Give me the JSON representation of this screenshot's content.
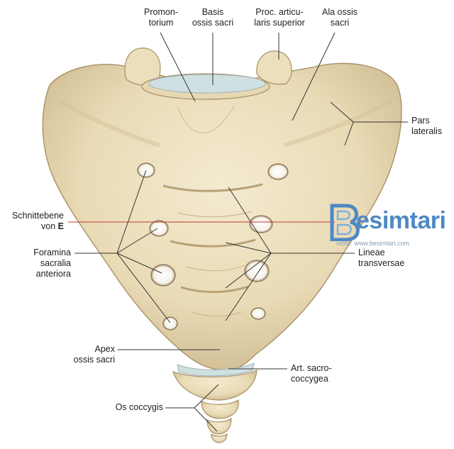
{
  "labels": {
    "promontorium": [
      "Promon-",
      "torium"
    ],
    "basis": [
      "Basis",
      "ossis sacri"
    ],
    "proc": [
      "Proc. articu-",
      "laris superior"
    ],
    "ala": [
      "Ala ossis",
      "sacri"
    ],
    "pars": [
      "Pars",
      "lateralis"
    ],
    "schnitt": [
      "Schnittebene",
      "von"
    ],
    "schnitt_bold": "E",
    "foramina": [
      "Foramina",
      "sacralia",
      "anteriora"
    ],
    "lineae": [
      "Lineae",
      "transversae"
    ],
    "apex": [
      "Apex",
      "ossis sacri"
    ],
    "art": [
      "Art. sacro-",
      "coccygea"
    ],
    "coccygis": "Os coccygis"
  },
  "watermark": {
    "brand": "esimtari",
    "url": "vizito: www.besimtari.com",
    "logo_icon": "b-letter-logo-icon"
  },
  "colors": {
    "bone": "#efe3c2",
    "bone_shadow": "#c9b58a",
    "bone_dark": "#a89066",
    "cartilage": "#cfe0e2",
    "leader": "#333333",
    "section_line": "#c0392b",
    "watermark": "#4f89c4"
  }
}
